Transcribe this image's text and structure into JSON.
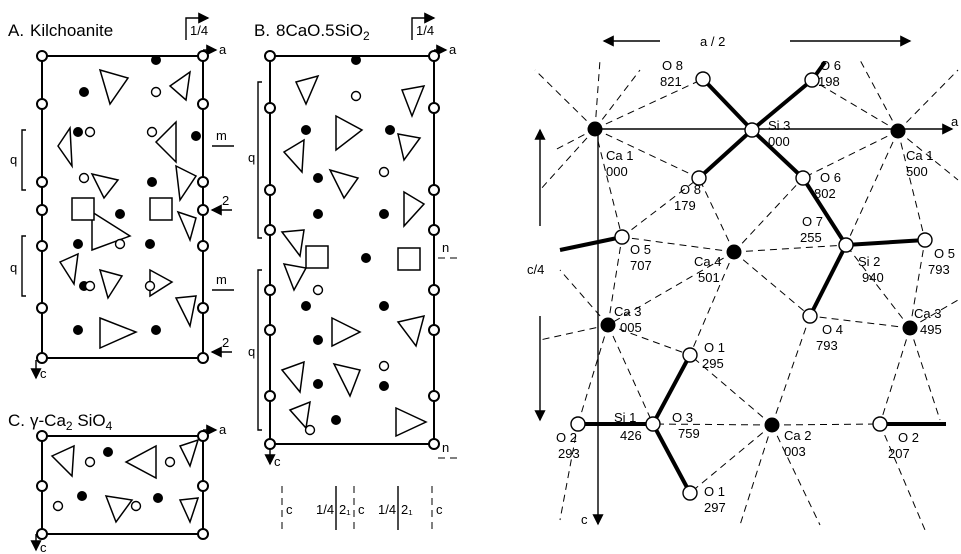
{
  "panels": {
    "a": {
      "prefix": "A.",
      "name": "Kilchoanite",
      "screw": "1/4"
    },
    "b": {
      "prefix": "B.",
      "name": "8CaO.5SiO",
      "name_sub": "2",
      "screw": "1/4"
    },
    "c": {
      "prefix": "C.",
      "name": "γ-Ca",
      "name_sub1": "2",
      "name_mid": " SiO",
      "name_sub2": "4"
    }
  },
  "labels": {
    "a_axis": "a",
    "c_axis": "c",
    "q": "q",
    "m": "m",
    "two": "2",
    "n": "n",
    "b_bottom": [
      "c",
      "1/4",
      "2₁",
      "c",
      "1/4",
      "2₁",
      "c"
    ]
  },
  "detail": {
    "a_half": "a / 2",
    "c_quarter": "c/4",
    "a_axis": "a",
    "c_axis": "c",
    "atoms": [
      {
        "name": "O 8",
        "code": "821"
      },
      {
        "name": "O 6",
        "code": "198"
      },
      {
        "name": "Si 3",
        "code": "000"
      },
      {
        "name": "Ca 1",
        "code": "000"
      },
      {
        "name": "Ca 1",
        "code": "500"
      },
      {
        "name": "O 8",
        "code": "179"
      },
      {
        "name": "O 6",
        "code": "802"
      },
      {
        "name": "O 7",
        "code": "255"
      },
      {
        "name": "O 5",
        "code": "707"
      },
      {
        "name": "Ca 4",
        "code": "501"
      },
      {
        "name": "Si 2",
        "code": "940"
      },
      {
        "name": "O 5",
        "code": "793"
      },
      {
        "name": "Ca 3",
        "code": "005"
      },
      {
        "name": "O 4",
        "code": "793"
      },
      {
        "name": "Ca 3",
        "code": "495"
      },
      {
        "name": "O 1",
        "code": "295"
      },
      {
        "name": "Si 1",
        "code": "426"
      },
      {
        "name": "O 3",
        "code": "759"
      },
      {
        "name": "O 2",
        "code": "293"
      },
      {
        "name": "Ca 2",
        "code": "003"
      },
      {
        "name": "O 2",
        "code": "207"
      },
      {
        "name": "O 1",
        "code": "297"
      }
    ]
  }
}
